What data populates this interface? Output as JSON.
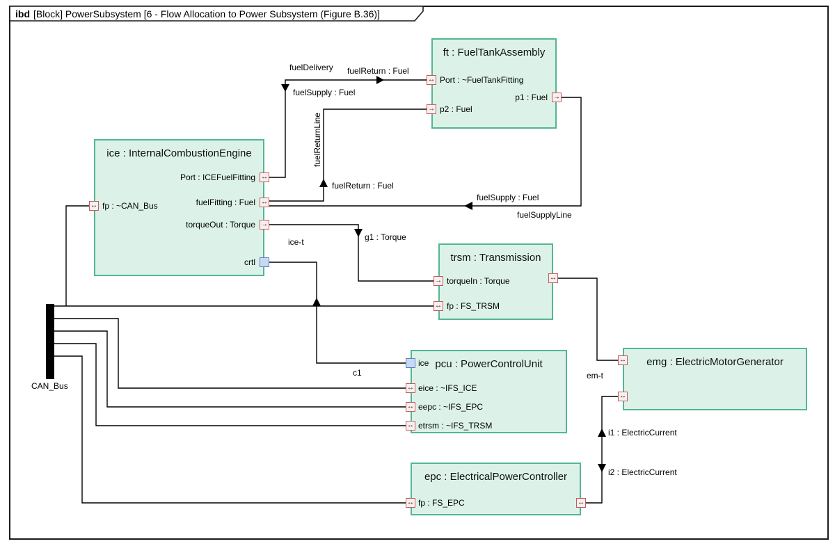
{
  "frame": {
    "keyword": "ibd",
    "title": "[Block] PowerSubsystem [6 - Flow Allocation to Power Subsystem (Figure B.36)]"
  },
  "bus": {
    "label": "CAN_Bus"
  },
  "blocks": {
    "ft": {
      "label": "ft : FuelTankAssembly"
    },
    "ice": {
      "label": "ice : InternalCombustionEngine"
    },
    "trsm": {
      "label": "trsm : Transmission"
    },
    "pcu": {
      "label": "pcu : PowerControlUnit"
    },
    "emg": {
      "label": "emg : ElectricMotorGenerator"
    },
    "epc": {
      "label": "epc : ElectricalPowerController"
    }
  },
  "ports": {
    "ft_port": "Port : ~FuelTankFitting",
    "ft_p2": "p2 : Fuel",
    "ft_p1": "p1 : Fuel",
    "ice_port": "Port : ICEFuelFitting",
    "ice_fuelfitting": "fuelFitting : Fuel",
    "ice_torqueout": "torqueOut : Torque",
    "ice_crtl": "crtl",
    "ice_fp": "fp : ~CAN_Bus",
    "trsm_torquein": "torqueIn : Torque",
    "trsm_fp": "fp : FS_TRSM",
    "pcu_ice": "ice",
    "pcu_eice": "eice : ~IFS_ICE",
    "pcu_eepc": "eepc : ~IFS_EPC",
    "pcu_etrsm": "etrsm : ~IFS_TRSM",
    "epc_fp": "fp : FS_EPC"
  },
  "connectors": {
    "fueldelivery": "fuelDelivery",
    "fuelreturnline": "fuelReturnLine",
    "fuelsupplyline": "fuelSupplyLine",
    "ice_t": "ice-t",
    "em_t": "em-t",
    "c1": "c1"
  },
  "flows": {
    "fuelreturn_top": "fuelReturn : Fuel",
    "fuelsupply_left": "fuelSupply : Fuel",
    "fuelreturn_mid": "fuelReturn : Fuel",
    "fuelsupply_right": "fuelSupply : Fuel",
    "g1": "g1 : Torque",
    "i1": "i1 : ElectricCurrent",
    "i2": "i2 : ElectricCurrent"
  },
  "icons": {
    "inout_arrow": "↔",
    "out_arrow": "→"
  },
  "colors": {
    "block_fill": "#dcf2e8",
    "block_border": "#53b693",
    "port_fill": "#fceeee",
    "port_border": "#bf5f5f",
    "blue_port_fill": "#c9d9f3",
    "blue_port_border": "#5d80c2",
    "line": "#000000",
    "frame": "#1a1a1a"
  }
}
